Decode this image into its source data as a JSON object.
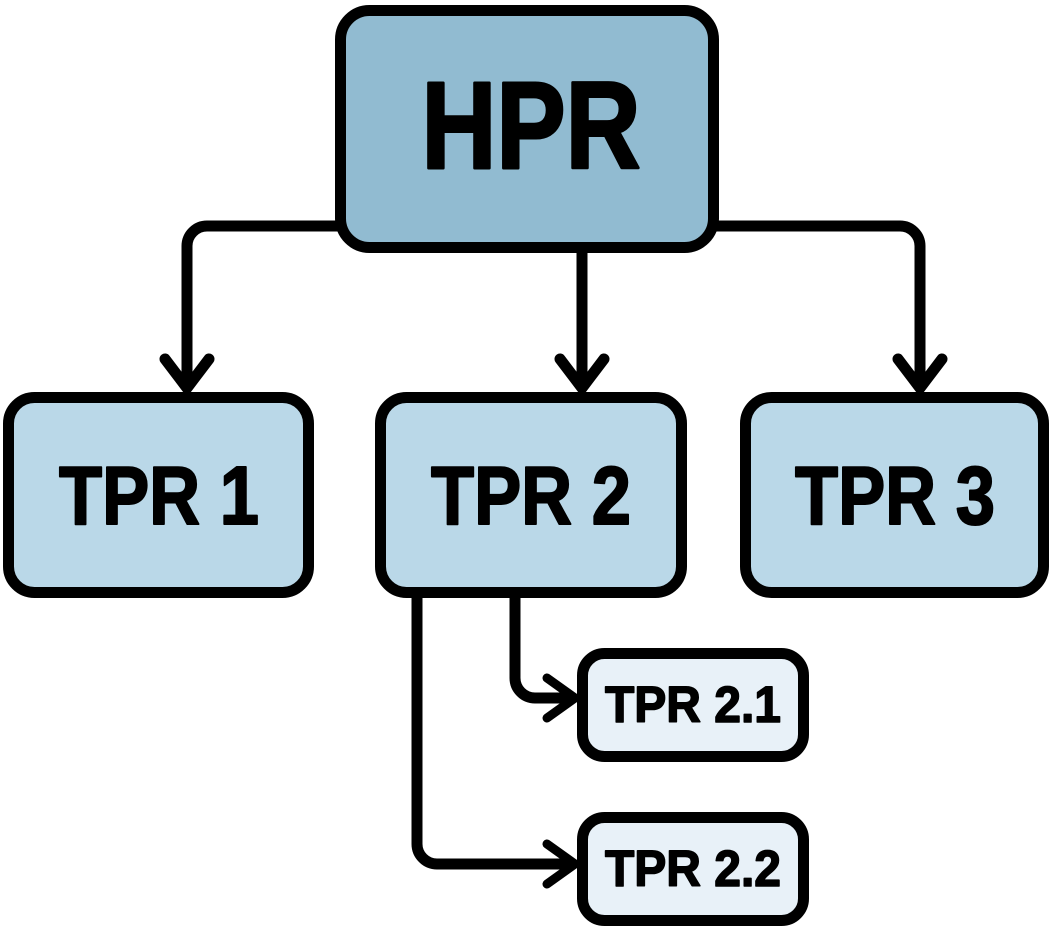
{
  "diagram": {
    "type": "hierarchy-flowchart",
    "background_color": "#ffffff",
    "line_color": "#000000",
    "text_color": "#000000",
    "nodes": {
      "hpr": {
        "label": "HPR",
        "fill": "#91bbd1",
        "level": 1
      },
      "tpr1": {
        "label": "TPR 1",
        "fill": "#bad8e8",
        "level": 2
      },
      "tpr2": {
        "label": "TPR 2",
        "fill": "#bad8e8",
        "level": 2
      },
      "tpr3": {
        "label": "TPR 3",
        "fill": "#bad8e8",
        "level": 2
      },
      "tpr21": {
        "label": "TPR 2.1",
        "fill": "#e8f1f8",
        "level": 3
      },
      "tpr22": {
        "label": "TPR 2.2",
        "fill": "#e8f1f8",
        "level": 3
      }
    },
    "edges": [
      {
        "from": "HPR",
        "to": "TPR 1"
      },
      {
        "from": "HPR",
        "to": "TPR 2"
      },
      {
        "from": "HPR",
        "to": "TPR 3"
      },
      {
        "from": "TPR 2",
        "to": "TPR 2.1"
      },
      {
        "from": "TPR 2",
        "to": "TPR 2.2"
      }
    ]
  }
}
